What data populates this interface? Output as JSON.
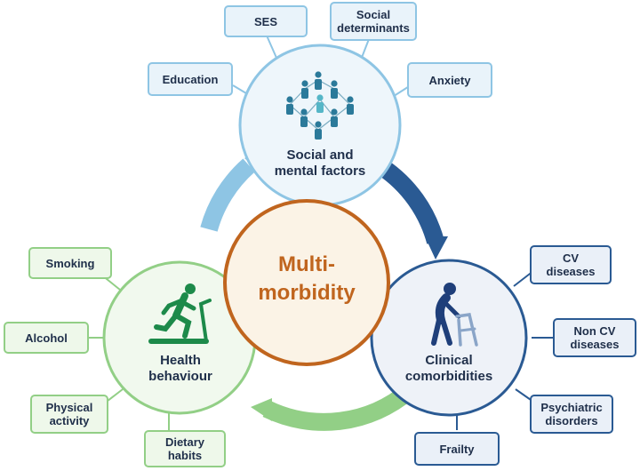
{
  "center": {
    "label": "Multi-\nmorbidity"
  },
  "social": {
    "label": "Social and\nmental factors",
    "items": [
      "SES",
      "Social\ndeterminants",
      "Education",
      "Anxiety"
    ]
  },
  "health": {
    "label": "Health\nbehaviour",
    "items": [
      "Smoking",
      "Alcohol",
      "Physical\nactivity",
      "Dietary\nhabits"
    ]
  },
  "clinical": {
    "label": "Clinical\ncomorbidities",
    "items": [
      "CV\ndiseases",
      "Non CV\ndiseases",
      "Psychiatric\ndisorders",
      "Frailty"
    ]
  },
  "colors": {
    "social": "#8ec5e4",
    "health": "#92cf86",
    "clinical": "#2a5a93",
    "center": "#c0651e",
    "people": "#2b7a9a"
  },
  "icons": [
    "people-network-icon",
    "treadmill-runner-icon",
    "elderly-walker-icon"
  ]
}
